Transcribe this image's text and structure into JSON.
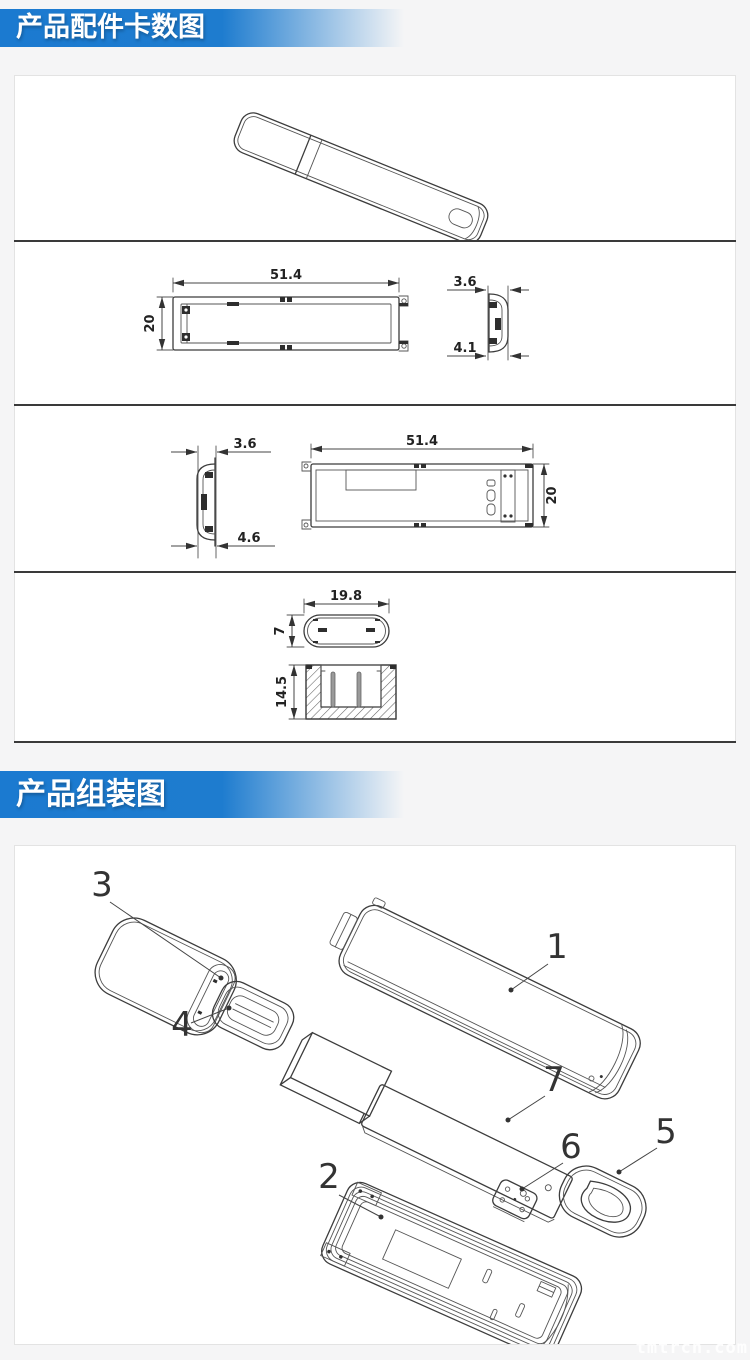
{
  "page": {
    "background": "#f5f5f6",
    "watermark": "tmtrch.com"
  },
  "headers": {
    "accessories": "产品配件卡数图",
    "assembly": "产品组装图"
  },
  "colors": {
    "header_blue": "#1b7ad0",
    "line": "#3c3c3c",
    "separator": "#3a3a3a"
  },
  "accessory_diagram": {
    "top_view": {
      "width": "51.4",
      "height": "20"
    },
    "top_shell_side": {
      "inner": "3.6",
      "outer": "4.1"
    },
    "bottom_shell_side": {
      "inner": "3.6",
      "outer": "4.6"
    },
    "bottom_view": {
      "width": "51.4",
      "height": "20"
    },
    "cap_front": {
      "width": "19.8",
      "height": "7"
    },
    "cap_section": {
      "depth": "14.5"
    }
  },
  "assembly_diagram": {
    "parts": {
      "top_shell": "1",
      "bottom_shell": "2",
      "cap": "3",
      "collar": "4",
      "tail_cap": "5",
      "clip_plate": "6",
      "pcb": "7"
    }
  }
}
